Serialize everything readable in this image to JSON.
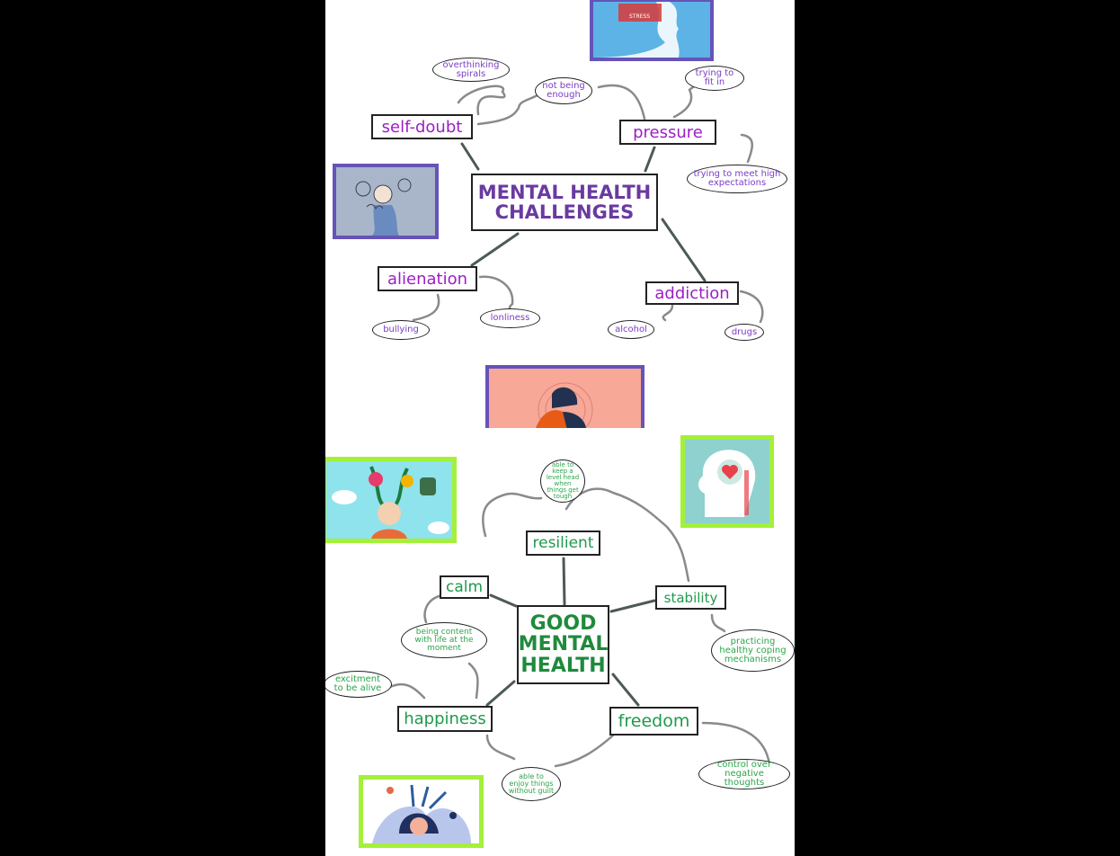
{
  "challenges": {
    "central": "MENTAL HEALTH CHALLENGES",
    "branches": {
      "self_doubt": "self-doubt",
      "pressure": "pressure",
      "alienation": "alienation",
      "addiction": "addiction"
    },
    "leaves": {
      "overthinking": "overthinking spirals",
      "not_enough": "not being enough",
      "trying_fit": "trying to fit in",
      "expectations": "trying to meet high expectations",
      "bullying": "bullying",
      "loneliness": "lonliness",
      "alcohol": "alcohol",
      "drugs": "drugs"
    },
    "colors": {
      "frame": "#6653b8",
      "text": "#9b1fc4"
    }
  },
  "good_health": {
    "central": "GOOD MENTAL HEALTH",
    "branches": {
      "resilient": "resilient",
      "calm": "calm",
      "stability": "stability",
      "happiness": "happiness",
      "freedom": "freedom"
    },
    "leaves": {
      "level_head": "able to keep a level head when things get tough",
      "content": "being content with life at the moment",
      "coping": "practicing healthy coping mechanisms",
      "excitement": "excitment to be alive",
      "enjoy": "able to enjoy things without guilt",
      "control": "control over negative thoughts"
    },
    "colors": {
      "frame": "#a4f03a",
      "text": "#1f9a4c"
    }
  },
  "illustrations": {
    "top_head": "head-illustration",
    "thinking_person": "thinking-person-illustration",
    "sad_person": "sad-person-illustration",
    "flower_head": "flower-head-illustration",
    "brain_heart": "brain-heart-illustration",
    "hair_plants": "hair-plants-illustration",
    "head_word_caption": "STRESS"
  }
}
